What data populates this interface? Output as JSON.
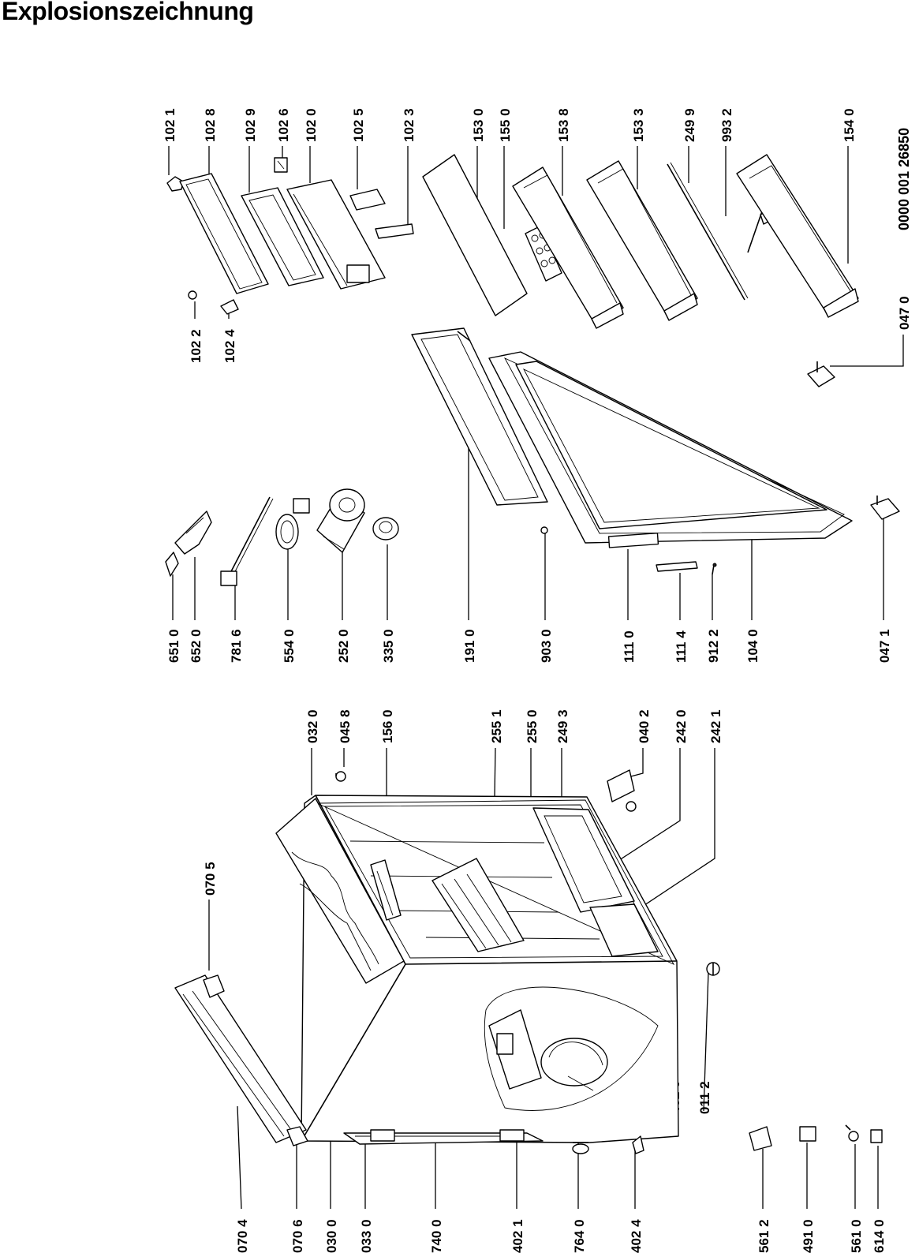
{
  "title": "Explosionszeichnung",
  "document_number": "0000 001 26850",
  "parts": {
    "p1021": "102 1",
    "p1028": "102 8",
    "p1029": "102 9",
    "p1026": "102 6",
    "p1020": "102 0",
    "p1025": "102 5",
    "p1023": "102 3",
    "p1530": "153 0",
    "p1550": "155 0",
    "p1538": "153 8",
    "p1533": "153 3",
    "p2499": "249 9",
    "p9932": "993 2",
    "p1540": "154 0",
    "p1022": "102 2",
    "p1024": "102 4",
    "p0470": "047 0",
    "p6510": "651 0",
    "p6520": "652 0",
    "p7816": "781 6",
    "p5540": "554 0",
    "p2520": "252 0",
    "p3350": "335 0",
    "p1910": "191 0",
    "p9030": "903 0",
    "p1110": "111 0",
    "p1114": "111 4",
    "p9122": "912 2",
    "p1040": "104 0",
    "p0471": "047 1",
    "p0705": "070 5",
    "p0320": "032 0",
    "p0458": "045 8",
    "p1560": "156 0",
    "p2551": "255 1",
    "p2550": "255 0",
    "p2493": "249 3",
    "p0402": "040 2",
    "p2420": "242 0",
    "p2421": "242 1",
    "p4020": "402 0",
    "p0112": "011 2",
    "p0704": "070 4",
    "p0706": "070 6",
    "p0300": "030 0",
    "p0330": "033 0",
    "p7400": "740 0",
    "p4021": "402 1",
    "p7640": "764 0",
    "p4024": "402 4",
    "p5612": "561 2",
    "p4910": "491 0",
    "p5610": "561 0",
    "p6140": "614 0"
  }
}
